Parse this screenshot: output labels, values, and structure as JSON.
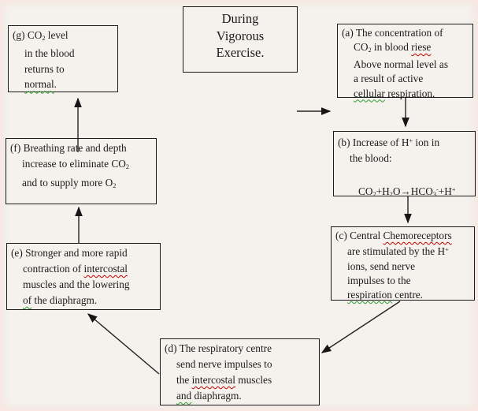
{
  "diagram": {
    "colors": {
      "ink": "#1b1b1b",
      "background": "#f5f2ee",
      "spellcheck_red": "#c00000",
      "grammar_green": "#2f9e2f"
    },
    "title_box": {
      "lines": [
        {
          "ind": 0,
          "seg": [
            [
              "During",
              ""
            ]
          ]
        },
        {
          "ind": 0,
          "seg": [
            [
              "Vigorous",
              ""
            ]
          ]
        },
        {
          "ind": 0,
          "seg": [
            [
              "Exercise.",
              ""
            ]
          ]
        }
      ]
    },
    "boxes": {
      "g": {
        "lines": [
          {
            "ind": 0,
            "seg": [
              [
                "(g) CO",
                ""
              ],
              [
                "2",
                "sub"
              ],
              [
                " level",
                ""
              ]
            ]
          },
          {
            "ind": 1,
            "seg": [
              [
                "in the blood",
                ""
              ]
            ]
          },
          {
            "ind": 1,
            "seg": [
              [
                "returns to",
                ""
              ]
            ]
          },
          {
            "ind": 1,
            "seg": [
              [
                "normal",
                "wg"
              ],
              [
                ".",
                ""
              ]
            ]
          }
        ]
      },
      "a": {
        "lines": [
          {
            "ind": 0,
            "seg": [
              [
                "(a) The concentration of",
                ""
              ]
            ]
          },
          {
            "ind": 1,
            "seg": [
              [
                "CO",
                ""
              ],
              [
                "2",
                "sub"
              ],
              [
                " in blood ",
                ""
              ],
              [
                "riese",
                "wr"
              ]
            ]
          },
          {
            "ind": 1,
            "seg": [
              [
                "Above normal level as",
                ""
              ]
            ]
          },
          {
            "ind": 1,
            "seg": [
              [
                "a result of active",
                ""
              ]
            ]
          },
          {
            "ind": 1,
            "seg": [
              [
                "cellular",
                "wg"
              ],
              [
                " respiration.",
                ""
              ]
            ]
          }
        ]
      },
      "b": {
        "lines": [
          {
            "ind": 0,
            "seg": [
              [
                "(b) Increase of H",
                ""
              ],
              [
                "+",
                "sup"
              ],
              [
                " ion in",
                ""
              ]
            ]
          },
          {
            "ind": 1,
            "seg": [
              [
                "the blood:",
                ""
              ]
            ]
          },
          {
            "ind": 0,
            "seg": []
          },
          {
            "ind": 2,
            "seg": [
              [
                "CO",
                ""
              ],
              [
                "2",
                "sub"
              ],
              [
                "+H",
                ""
              ],
              [
                "2",
                "sub"
              ],
              [
                "O→HCO",
                ""
              ],
              [
                "3",
                "sub"
              ],
              [
                "-",
                "sup"
              ],
              [
                "+H",
                ""
              ],
              [
                "+",
                "sup"
              ]
            ]
          }
        ]
      },
      "c": {
        "lines": [
          {
            "ind": 0,
            "seg": [
              [
                "(c) Central ",
                ""
              ],
              [
                "Chemoreceptors",
                "wr"
              ]
            ]
          },
          {
            "ind": 1,
            "seg": [
              [
                "are stimulated by the H",
                ""
              ],
              [
                "+",
                "sup"
              ]
            ]
          },
          {
            "ind": 1,
            "seg": [
              [
                "ions, send nerve",
                ""
              ]
            ]
          },
          {
            "ind": 1,
            "seg": [
              [
                "impulses to the",
                ""
              ]
            ]
          },
          {
            "ind": 1,
            "seg": [
              [
                "respiration",
                "wg"
              ],
              [
                " centre.",
                ""
              ]
            ]
          }
        ]
      },
      "d": {
        "lines": [
          {
            "ind": 0,
            "seg": [
              [
                "(d) The respiratory centre",
                ""
              ]
            ]
          },
          {
            "ind": 1,
            "seg": [
              [
                "send nerve impulses to",
                ""
              ]
            ]
          },
          {
            "ind": 1,
            "seg": [
              [
                "the ",
                ""
              ],
              [
                "intercostal",
                "wr"
              ],
              [
                " muscles",
                ""
              ]
            ]
          },
          {
            "ind": 1,
            "seg": [
              [
                "and",
                "wg"
              ],
              [
                " diaphragm.",
                ""
              ]
            ]
          }
        ]
      },
      "e": {
        "lines": [
          {
            "ind": 0,
            "seg": [
              [
                "(e) Stronger and more rapid",
                ""
              ]
            ]
          },
          {
            "ind": 1,
            "seg": [
              [
                "contraction of ",
                ""
              ],
              [
                "intercostal",
                "wr"
              ]
            ]
          },
          {
            "ind": 1,
            "seg": [
              [
                "muscles and the lowering",
                ""
              ]
            ]
          },
          {
            "ind": 1,
            "seg": [
              [
                "of",
                "wg"
              ],
              [
                " the diaphragm.",
                ""
              ]
            ]
          }
        ]
      },
      "f": {
        "lines": [
          {
            "ind": 0,
            "seg": [
              [
                "(f) Breathing rate and depth",
                ""
              ]
            ]
          },
          {
            "ind": 1,
            "seg": [
              [
                "increase to eliminate CO",
                ""
              ],
              [
                "2",
                "sub"
              ]
            ]
          },
          {
            "ind": 1,
            "seg": [
              [
                "and to supply more O",
                ""
              ],
              [
                "2",
                "sub"
              ]
            ]
          }
        ]
      }
    }
  }
}
